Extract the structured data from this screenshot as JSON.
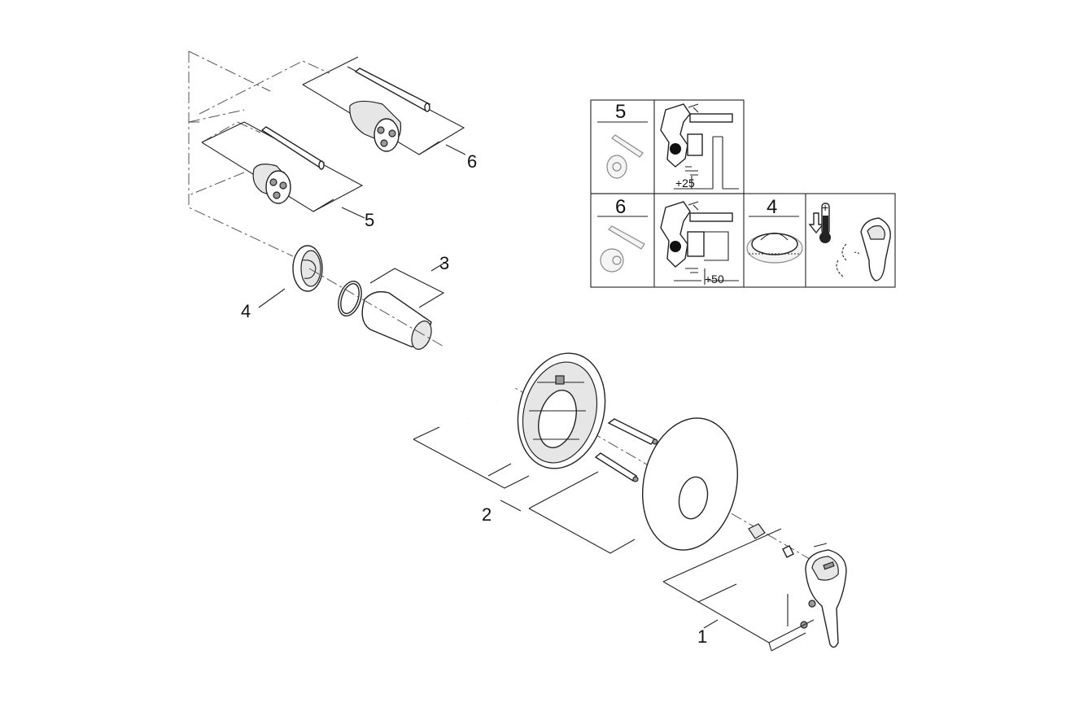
{
  "labels": {
    "part1": "1",
    "part2": "2",
    "part3": "3",
    "part4": "4",
    "part5": "5",
    "part6": "6"
  },
  "inset": {
    "cell_5": "5",
    "cell_6": "6",
    "cell_4": "4",
    "dim_25": "+25",
    "dim_50": "+50"
  },
  "colors": {
    "line": "#222222",
    "fill_light": "#e6e6e6",
    "fill_dark": "#9a9a9a"
  }
}
